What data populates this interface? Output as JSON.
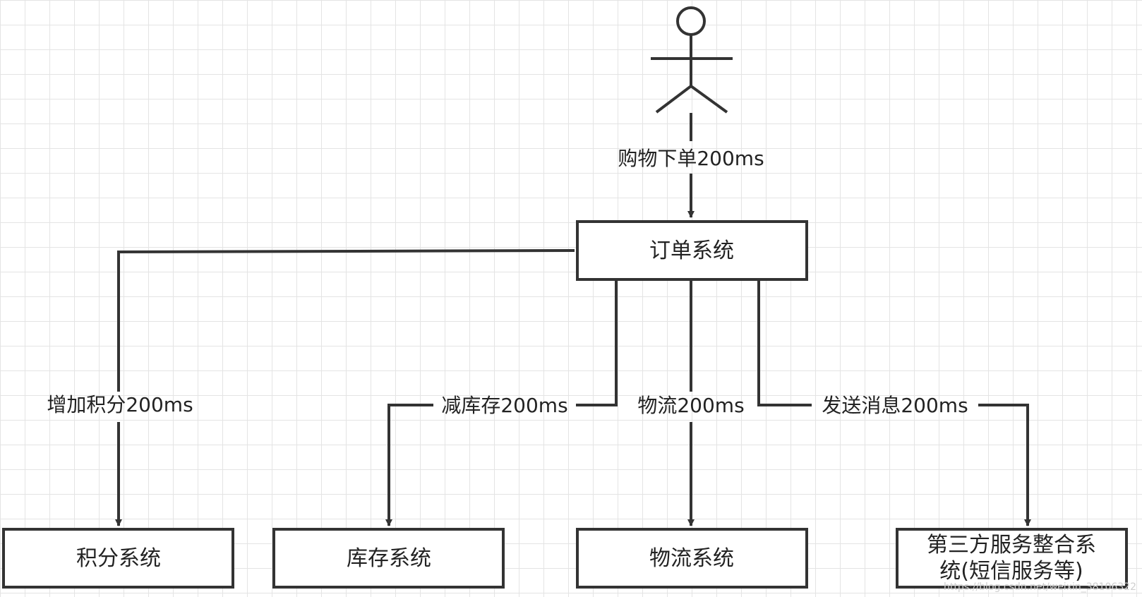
{
  "actor": {
    "icon": "person-stick-figure"
  },
  "edges": {
    "order": "购物下单200ms",
    "points": "增加积分200ms",
    "inventory": "减库存200ms",
    "logistics": "物流200ms",
    "message": "发送消息200ms"
  },
  "boxes": {
    "order_system": "订单系统",
    "points_system": "积分系统",
    "inventory_system": "库存系统",
    "logistics_system": "物流系统",
    "third_party_line1": "第三方服务整合系",
    "third_party_line2": "统(短信服务等)"
  },
  "watermark": "https://blog.csdn.net/weixin_38106322"
}
